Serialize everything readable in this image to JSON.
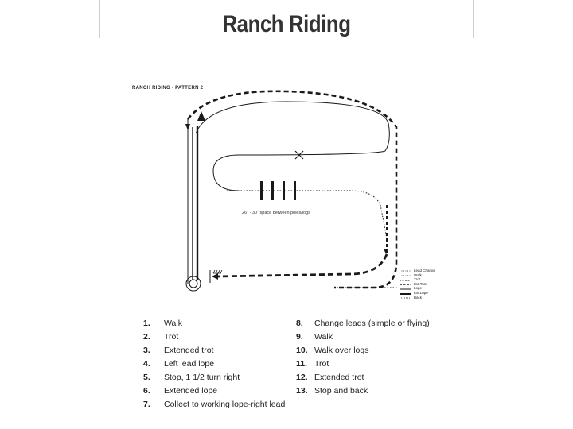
{
  "title": "Ranch Riding",
  "pattern_title": "RANCH RIDING - PATTERN 2",
  "spacing_note": "26\" - 30\" space between poles/logs",
  "legend": [
    {
      "label": "Lead Change"
    },
    {
      "label": "Walk"
    },
    {
      "label": "Trot"
    },
    {
      "label": "Ext.Trot"
    },
    {
      "label": "Lope"
    },
    {
      "label": "Ext.Lope"
    },
    {
      "label": "Back"
    }
  ],
  "steps_left": [
    {
      "num": "1.",
      "text": "Walk"
    },
    {
      "num": "2.",
      "text": "Trot"
    },
    {
      "num": "3.",
      "text": "Extended trot"
    },
    {
      "num": "4.",
      "text": "Left lead lope"
    },
    {
      "num": "5.",
      "text": "Stop, 1 1/2 turn right"
    },
    {
      "num": "6.",
      "text": "Extended lope"
    },
    {
      "num": "7.",
      "text": "Collect to working lope-right lead"
    }
  ],
  "steps_right": [
    {
      "num": "8.",
      "text": "Change leads (simple or flying)"
    },
    {
      "num": "9.",
      "text": "Walk"
    },
    {
      "num": "10.",
      "text": "Walk over logs"
    },
    {
      "num": "11.",
      "text": "Trot"
    },
    {
      "num": "12.",
      "text": "Extended trot"
    },
    {
      "num": "13.",
      "text": "Stop and back"
    }
  ],
  "colors": {
    "line": "#1a1a1a",
    "title": "#333333"
  }
}
